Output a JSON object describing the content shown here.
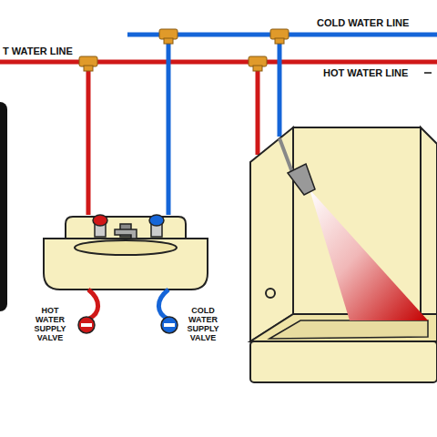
{
  "diagram": {
    "labels": [
      "COLD WATER LINE",
      "T WATER LINE",
      "HOT WATER LINE",
      "HOT WATER SUPPLY VALVE",
      "COLD WATER SUPPLY VALVE"
    ]
  }
}
